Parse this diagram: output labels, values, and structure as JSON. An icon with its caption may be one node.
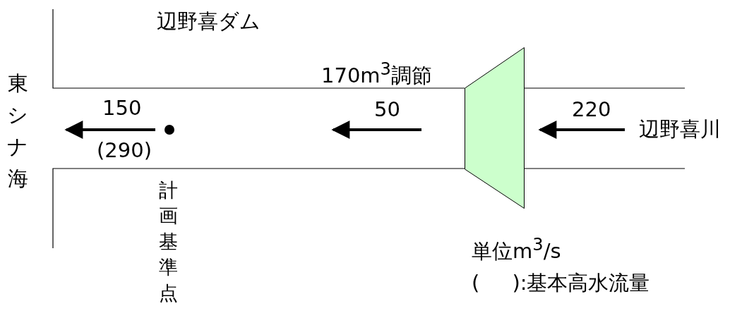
{
  "diagram": {
    "nodes": [
      {
        "text": [],
        "shape": "trapezoid"
      },
      {
        "text": [],
        "shape": "circle",
        "beside": [
          "計画基準点"
        ]
      }
    ],
    "labels": [
      "辺野喜ダム",
      "170m$^{3}$調節",
      "東シナ海",
      "150",
      "50",
      "220",
      "辺野喜川",
      "(290)",
      "単位m$^{3}$/s",
      "(     ):基本高水流量"
    ]
  }
}
